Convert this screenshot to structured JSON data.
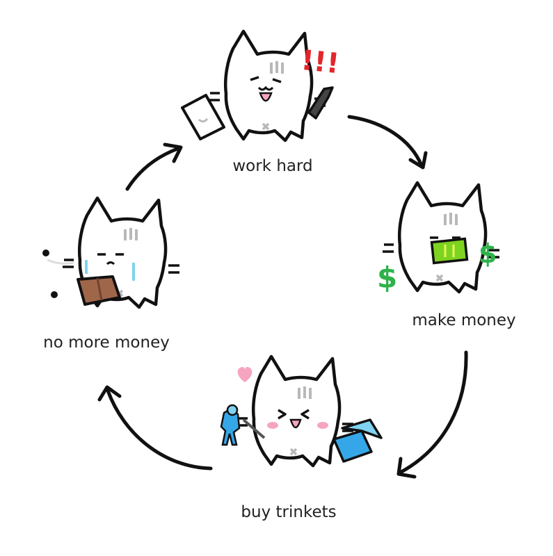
{
  "cycle": {
    "steps": [
      {
        "label": "work hard"
      },
      {
        "label": "make money"
      },
      {
        "label": "buy trinkets"
      },
      {
        "label": "no more money"
      }
    ],
    "exclaim": "!!!",
    "dollar": "$"
  },
  "colors": {
    "ink": "#111111",
    "exclaim": "#e3262b",
    "money": "#2fb24a",
    "cash": "#7ed321",
    "wallet": "#a0664a",
    "tear": "#7fd3f0",
    "heart": "#f6a5c0",
    "box": "#35a7e8",
    "stripe": "#b8b8b8"
  }
}
